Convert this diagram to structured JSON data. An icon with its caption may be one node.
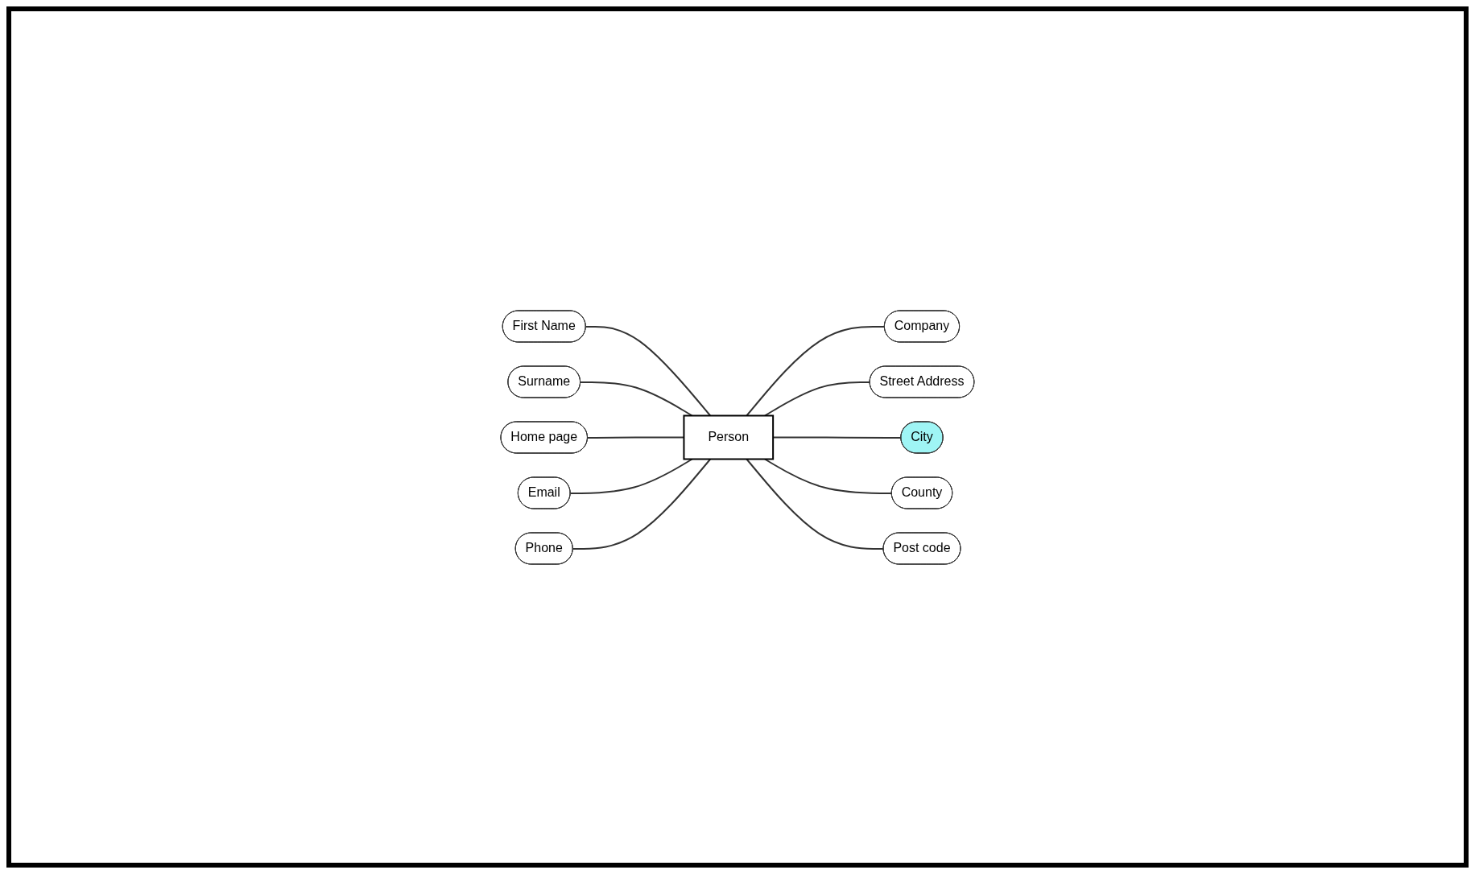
{
  "diagram": {
    "nodes": [
      {
        "text": [
          "First Name"
        ]
      },
      {
        "text": [
          "Surname"
        ]
      },
      {
        "text": [
          "Company"
        ]
      },
      {
        "text": [
          "Street Address"
        ]
      },
      {
        "text": [
          "Person"
        ]
      },
      {
        "text": [
          "Home page"
        ]
      },
      {
        "text": [
          "City"
        ]
      },
      {
        "text": [
          "County"
        ]
      },
      {
        "text": [
          "Email"
        ]
      },
      {
        "text": [
          "Phone"
        ]
      },
      {
        "text": [
          "Post code"
        ]
      }
    ],
    "edges": [
      {
        "from": 0,
        "to": 4,
        "arrow": "none"
      },
      {
        "from": 1,
        "to": 4,
        "arrow": "none"
      },
      {
        "from": 4,
        "to": 2,
        "arrow": "none"
      },
      {
        "from": 4,
        "to": 3,
        "arrow": "none"
      },
      {
        "from": 5,
        "to": 4,
        "arrow": "none"
      },
      {
        "from": 4,
        "to": 6,
        "arrow": "none"
      },
      {
        "from": 4,
        "to": 7,
        "arrow": "none"
      },
      {
        "from": 8,
        "to": 4,
        "arrow": "none"
      },
      {
        "from": 9,
        "to": 4,
        "arrow": "none"
      },
      {
        "from": 4,
        "to": 10,
        "arrow": "none"
      }
    ]
  }
}
